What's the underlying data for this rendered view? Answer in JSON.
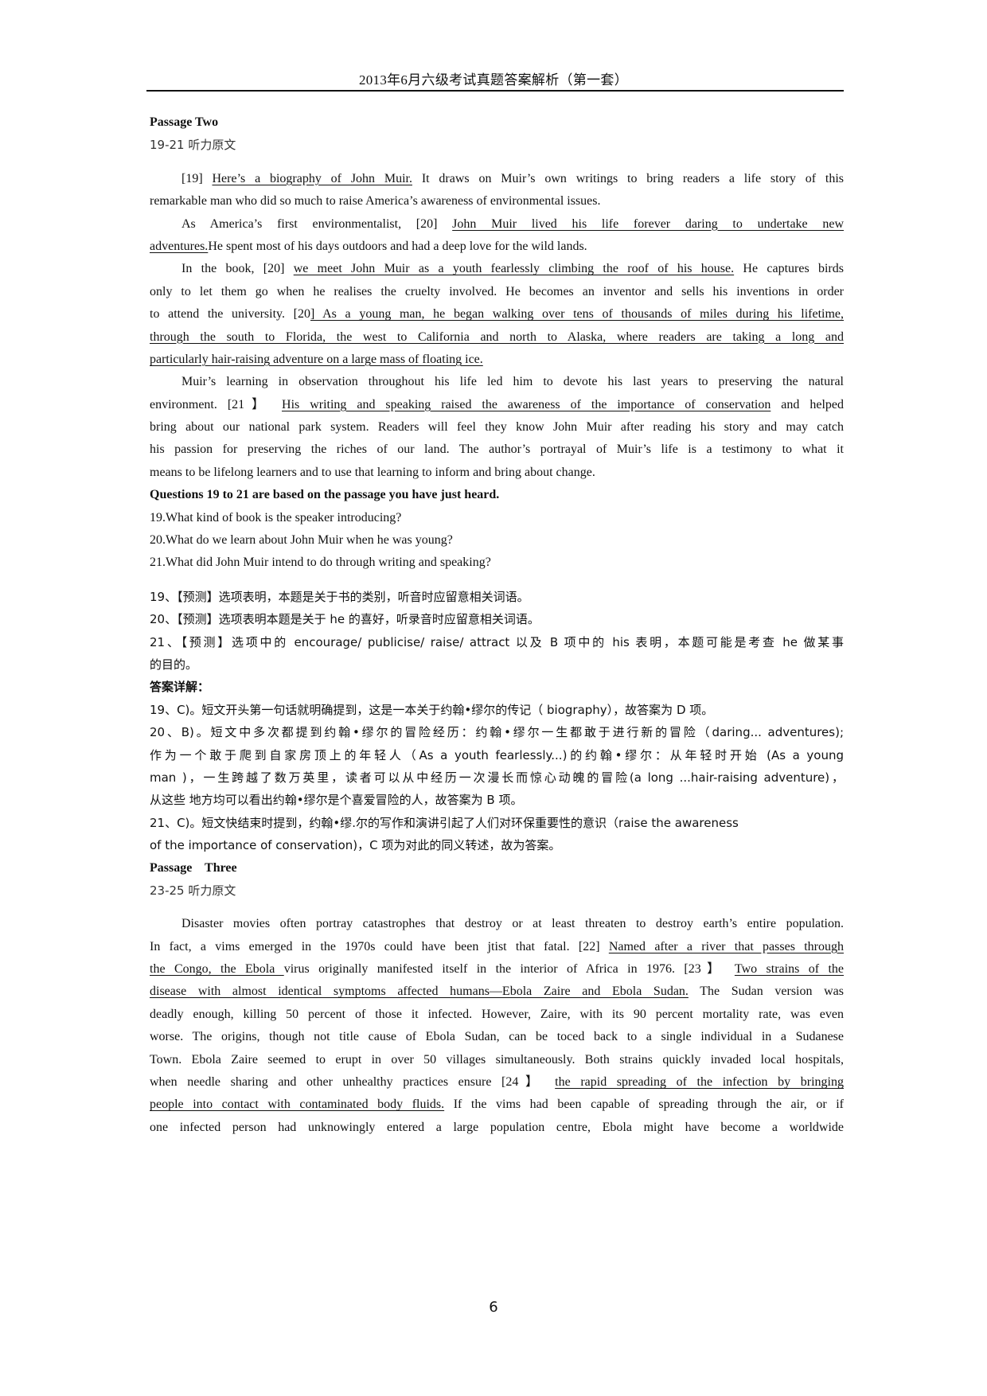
{
  "header": {
    "title": "2013年6月六级考试真题答案解析（第一套）"
  },
  "passage_two": {
    "heading": "Passage Two",
    "subheading": "19-21 听力原文",
    "paragraphs": [
      {
        "lines": [
          [
            "[19] ",
            {
              "u": "Here’s a biography of John Muir."
            },
            " It draws on Muir’s own writings to bring readers a life story of this"
          ],
          [
            "remarkable man who did so much to raise America’s awareness of environmental issues."
          ]
        ]
      },
      {
        "lines": [
          [
            "As America’s first environmentalist, [20] ",
            {
              "u": "John Muir lived his life forever daring to undertake new"
            }
          ],
          [
            {
              "u": "adventures."
            },
            "He spent most of his days outdoors and had a deep love for the wild lands."
          ]
        ]
      },
      {
        "lines": [
          [
            "In the book, [20] ",
            {
              "u": "we meet John Muir as a youth fearlessly climbing the roof of his house."
            },
            " He captures birds"
          ],
          [
            "only to let them go when he realises the cruelty involved. He becomes an inventor and sells his inventions in order"
          ],
          [
            "to attend the university. [20",
            {
              "u": "] As a young man, he began walking over tens of thousands of miles during his lifetime,"
            }
          ],
          [
            {
              "u": "through the south to Florida, the west to California and north to Alaska, where readers are taking a long and"
            }
          ],
          [
            {
              "u": "particularly hair-raising adventure on a large mass of floating ice."
            }
          ]
        ]
      },
      {
        "lines": [
          [
            "Muir’s learning in observation throughout his life led him to devote his last years to preserving the natural"
          ],
          [
            "environment. [21】 ",
            {
              "u": " His writing and speaking raised the awareness of the importance of conservation"
            },
            " and helped"
          ],
          [
            "bring about our national park system. Readers will feel they know John Muir after reading his story and may catch"
          ],
          [
            "his passion for preserving the riches of our land. The author’s portrayal of Muir’s life is a testimony to what it"
          ],
          [
            "means to be lifelong learners and to use that learning to inform and bring about change."
          ]
        ]
      }
    ],
    "questions_intro": "Questions 19 to 21 are based on the passage you have just heard.",
    "questions": [
      "19.What kind of book is the speaker introducing?",
      "20.What do we learn about John Muir when he was young?",
      "21.What did John Muir intend to do through writing and speaking?"
    ],
    "predictions": [
      "19、【预测】选项表明，本题是关于书的类别，听音时应留意相关词语。",
      "20、【预测】选项表明本题是关于 he 的喜好，听录音时应留意相关词语。",
      "21、【预测】选项中的 encourage/ publicise/ raise/ attract 以及 B 项中的 his 表明，本题可能是考查 he 做某事",
      "的目的。"
    ],
    "answer_heading": "答案详解：",
    "answers": [
      "19、C)。短文开头第一句话就明确提到，这是一本关于约翰•缪尔的传记（ biography），故答案为 D 项。",
      "20、B)。短文中多次都提到约翰•缪尔的冒险经历：约翰•缪尔一生都敢于进行新的冒险（daring... adventures);",
      "作为一个敢于爬到自家房顶上的年轻人（As a youth fearlessly...)的约翰•缪尔：从年轻时开始 (As a young",
      "man )，一生跨越了数万英里，读者可以从中经历一次漫长而惊心动魄的冒险(a long ...hair-raising adventure)，",
      "从这些  地方均可以看出约翰•缪尔是个喜爱冒险的人，故答案为 B 项。",
      "21、C)。短文快结束时提到，约翰•缪.尔的写作和演讲引起了人们对环保重要性的意识（raise the awareness",
      "of the importance of conservation)，C 项为对此的同义转述，故为答案。"
    ]
  },
  "passage_three": {
    "heading": "Passage    Three",
    "subheading": "23-25 听力原文",
    "lines": [
      [
        "Disaster movies often portray catastrophes that destroy or at least threaten to destroy earth’s entire population."
      ],
      [
        "In fact, a vims emerged in the 1970s could have been jtist that fatal. [22] ",
        {
          "u": "Named after a river that passes through"
        }
      ],
      [
        {
          "u": "the Congo, the Ebola "
        },
        "virus originally manifested itself in the interior of Africa in 1976. [23】  ",
        {
          "u": "Two strains of the"
        }
      ],
      [
        {
          "u": "disease with almost identical symptoms affected humans—Ebola Zaire and Ebola Sudan."
        },
        " The Sudan version was"
      ],
      [
        "deadly enough, killing 50 percent of those it infected. However, Zaire, with its 90 percent mortality rate, was even"
      ],
      [
        "worse. The origins, though not title cause of Ebola Sudan, can be toced back to a single individual in a Sudanese"
      ],
      [
        "Town. Ebola Zaire seemed to erupt in over 50 villages simultaneously. Both strains quickly invaded local hospitals,"
      ],
      [
        "when needle sharing and other unhealthy practices ensure [24】 ",
        {
          "u": " the rapid spreading of the infection by bringing"
        }
      ],
      [
        {
          "u": "people into contact with contaminated body fluids."
        },
        " If the vims had been capable of spreading through the air, or if"
      ],
      [
        "one infected person had unknowingly entered a large population centre, Ebola might have become a worldwide"
      ]
    ]
  },
  "footer": {
    "page_number": "6"
  }
}
